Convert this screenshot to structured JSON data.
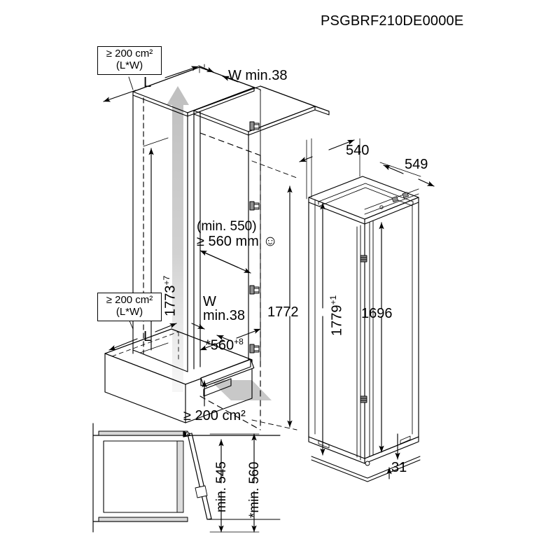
{
  "document": {
    "title": "PSGBRF210DE0000E",
    "type": "installation-dimension-drawing",
    "units": "mm"
  },
  "notes": {
    "vent_top": {
      "line1": "≥ 200 cm²",
      "line2": "(L*W)"
    },
    "vent_mid": {
      "line1": "≥ 200 cm²",
      "line2": "(L*W)"
    },
    "vent_bottom": "≥ 200 cm²"
  },
  "niche_labels": {
    "depth_L_top": "L",
    "depth_L_bottom": "L",
    "gap_top": "W min.38",
    "gap_bottom_line1": "W",
    "gap_bottom_line2": "min.38",
    "niche_depth_note1": "(min. 550)",
    "niche_depth_note2": "≥ 560 mm",
    "smiley": "☺",
    "niche_width": "*560",
    "niche_width_sup": "+8",
    "niche_height": "1773",
    "niche_height_sup": "+7",
    "niche_height2": "1772"
  },
  "appliance_labels": {
    "depth_540": "540",
    "depth_549": "549",
    "height_1779": "1779",
    "height_1779_sup": "+1",
    "height_1696": "1696",
    "plinth_31": "31"
  },
  "plan_labels": {
    "min_545": "min. 545",
    "min_560": "*min. 560"
  },
  "colors": {
    "line": "#000000",
    "airflow_arrow": "#c8c8c8",
    "shadow": "#a8a8a8",
    "panel_fill": "#ffffff",
    "hinge": "#8d8d8d"
  }
}
